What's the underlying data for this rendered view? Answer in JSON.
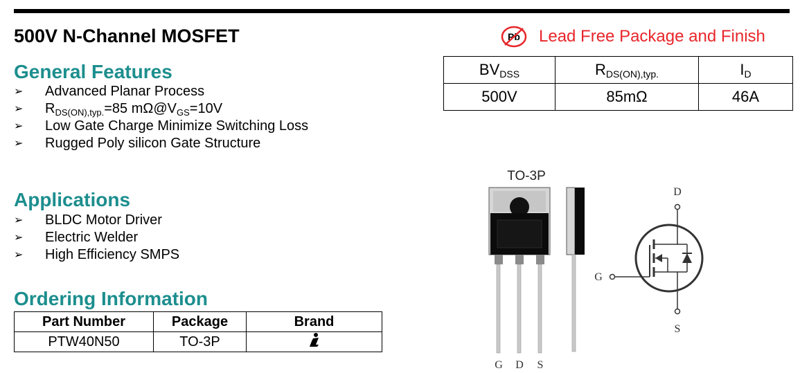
{
  "header": {
    "title": "500V N-Channel MOSFET"
  },
  "lead_free": {
    "icon": "pb-free-icon",
    "badge_text": "Pb",
    "label": "Lead Free Package and Finish",
    "color": "#e8262a"
  },
  "spec_table": {
    "headers": [
      {
        "main": "BV",
        "sub": "DSS"
      },
      {
        "main": "R",
        "sub": "DS(ON),typ."
      },
      {
        "main": "I",
        "sub": "D"
      }
    ],
    "values": [
      "500V",
      "85mΩ",
      "46A"
    ]
  },
  "features": {
    "heading": "General Features",
    "items": [
      {
        "text": "Advanced Planar Process"
      },
      {
        "r": "R",
        "r_sub": "DS(ON),typ.",
        "mid": "=85 mΩ@V",
        "v_sub": "GS",
        "end": "=10V"
      },
      {
        "text": "Low Gate Charge Minimize Switching Loss"
      },
      {
        "text": "Rugged Poly silicon Gate Structure"
      }
    ]
  },
  "applications": {
    "heading": "Applications",
    "items": [
      "BLDC Motor Driver",
      "Electric Welder",
      "High Efficiency SMPS"
    ]
  },
  "ordering": {
    "heading": "Ordering Information",
    "headers": [
      "Part Number",
      "Package",
      "Brand"
    ],
    "row": [
      "PTW40N50",
      "TO-3P"
    ],
    "brand_icon": "brand-logo-icon"
  },
  "package_figure": {
    "label": "TO-3P",
    "pins": [
      "G",
      "D",
      "S"
    ]
  },
  "symbol": {
    "drain": "D",
    "gate": "G",
    "source": "S"
  },
  "colors": {
    "heading": "#1d8e8e",
    "accent_red": "#e8262a"
  }
}
